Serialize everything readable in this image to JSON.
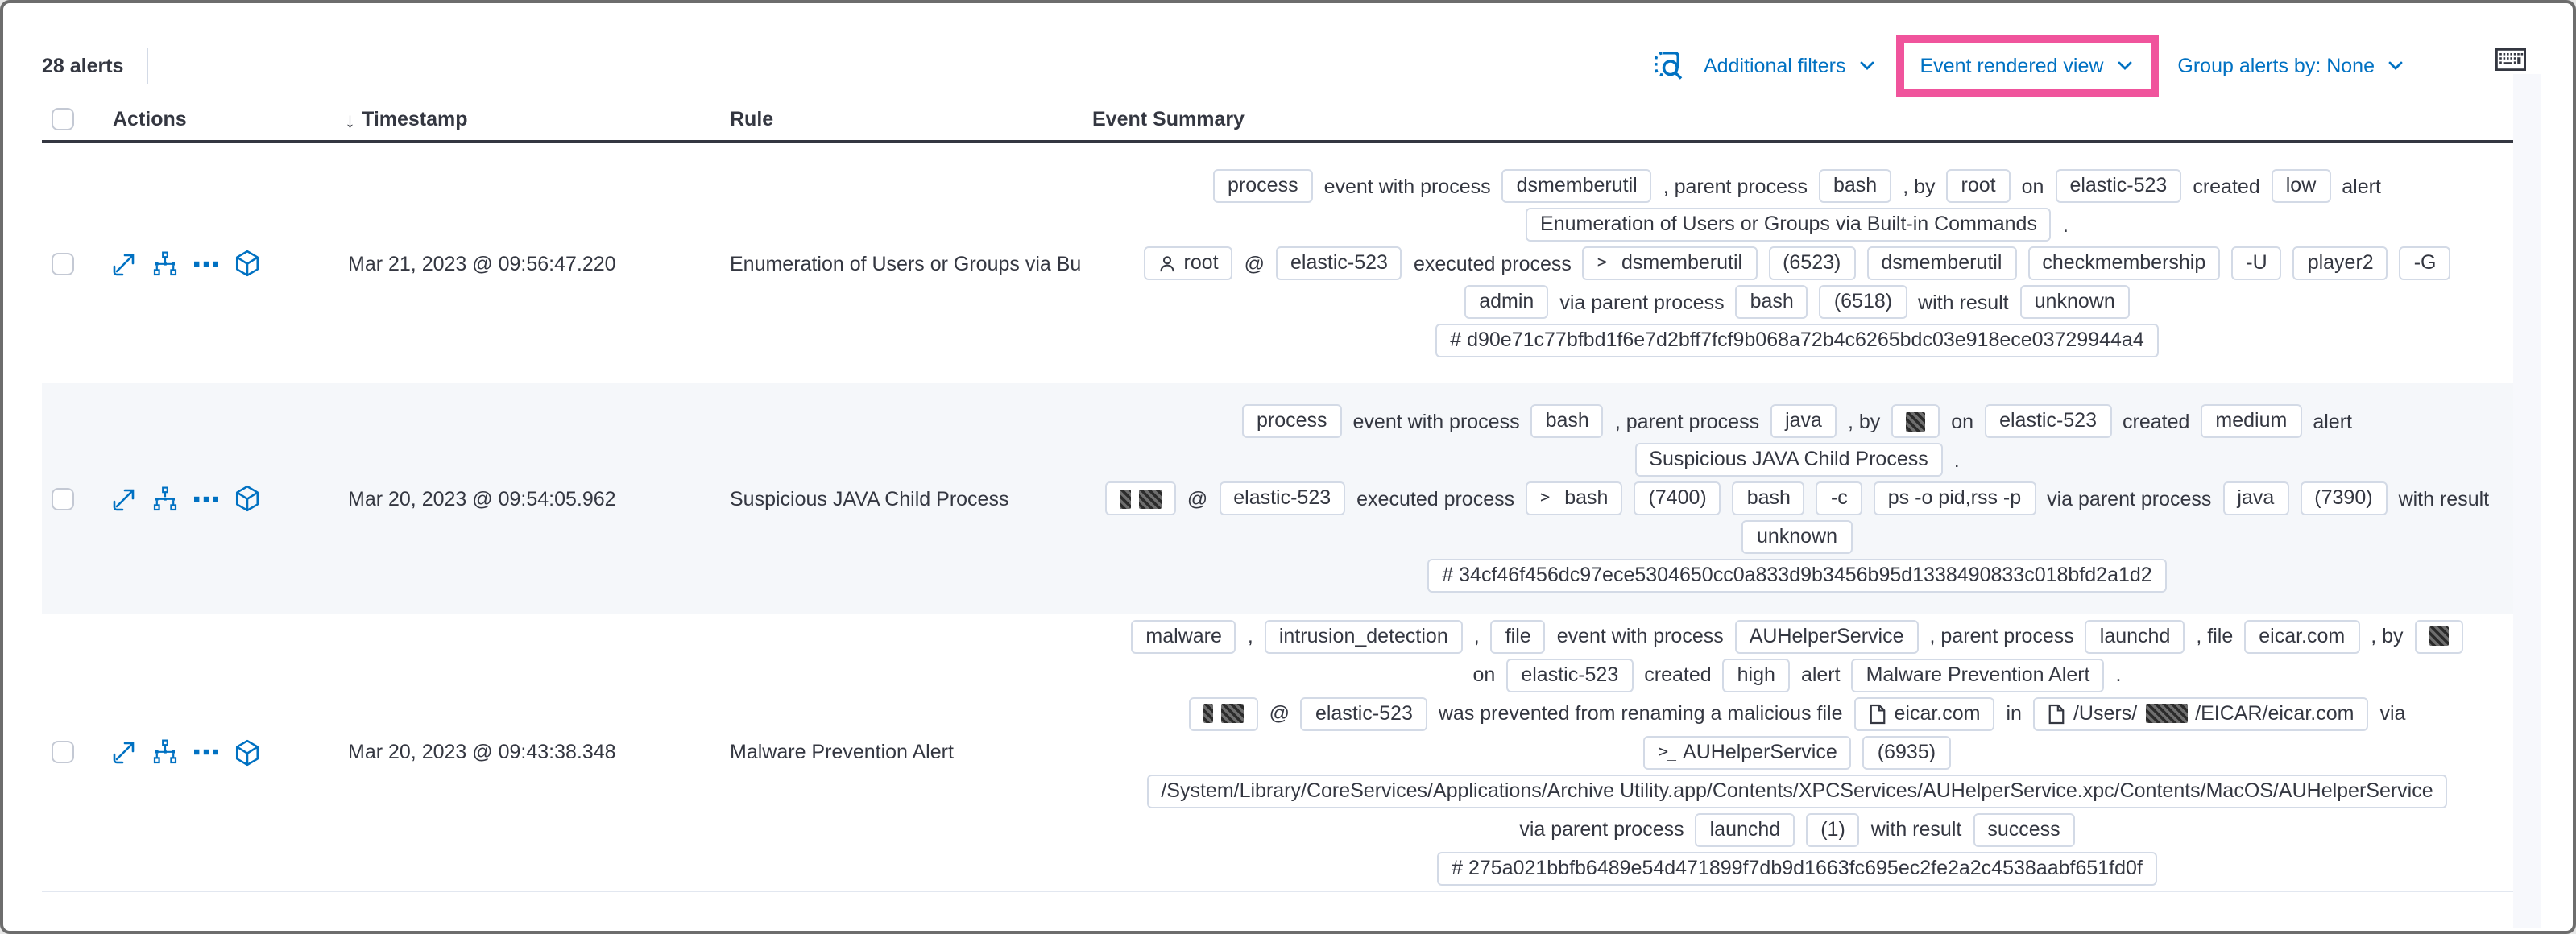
{
  "header": {
    "alerts_count": "28 alerts",
    "toolbar": {
      "additional_filters": "Additional filters",
      "view_selector": "Event rendered view",
      "group_by": "Group alerts by: None"
    }
  },
  "table": {
    "columns": {
      "actions": "Actions",
      "timestamp": "Timestamp",
      "rule": "Rule",
      "summary": "Event Summary"
    }
  },
  "colors": {
    "accent_blue": "#0071C2",
    "highlight_pink": "#F0549C",
    "row_alt_bg": "#F5F7FA",
    "badge_border": "#D3DAE6",
    "text_dark": "#343741"
  },
  "rows": [
    {
      "timestamp": "Mar 21, 2023 @ 09:56:47.220",
      "rule": "Enumeration of Users or Groups via Bui",
      "lines": [
        [
          {
            "b": "process"
          },
          {
            "t": "event with process"
          },
          {
            "b": "dsmemberutil"
          },
          {
            "t": ", parent process"
          },
          {
            "b": "bash"
          },
          {
            "t": ", by"
          },
          {
            "b": "root"
          },
          {
            "t": "on"
          },
          {
            "b": "elastic-523"
          },
          {
            "t": "created"
          },
          {
            "b": "low"
          },
          {
            "t": "alert"
          }
        ],
        [
          {
            "b": "Enumeration of Users or Groups via Built-in Commands"
          },
          {
            "t": "."
          }
        ],
        [
          {
            "b": "root",
            "i": "user"
          },
          {
            "t": "@"
          },
          {
            "b": "elastic-523"
          },
          {
            "t": "executed process"
          },
          {
            "b": "dsmemberutil",
            "i": "term"
          },
          {
            "b": "(6523)"
          },
          {
            "b": "dsmemberutil"
          },
          {
            "b": "checkmembership"
          },
          {
            "b": "-U"
          },
          {
            "b": "player2"
          },
          {
            "b": "-G"
          }
        ],
        [
          {
            "b": "admin"
          },
          {
            "t": "via parent process"
          },
          {
            "b": "bash"
          },
          {
            "b": "(6518)"
          },
          {
            "t": "with result"
          },
          {
            "b": "unknown"
          }
        ],
        [
          {
            "b": "# d90e71c77bfbd1f6e7d2bff7fcf9b068a72b4c6265bdc03e918ece03729944a4"
          }
        ]
      ]
    },
    {
      "timestamp": "Mar 20, 2023 @ 09:54:05.962",
      "rule": "Suspicious JAVA Child Process",
      "lines": [
        [
          {
            "b": "process"
          },
          {
            "t": "event with process"
          },
          {
            "b": "bash"
          },
          {
            "t": ", parent process"
          },
          {
            "b": "java"
          },
          {
            "t": ", by"
          },
          {
            "chip": [
              12
            ]
          },
          {
            "t": "on"
          },
          {
            "b": "elastic-523"
          },
          {
            "t": "created"
          },
          {
            "b": "medium"
          },
          {
            "t": "alert"
          }
        ],
        [
          {
            "b": "Suspicious JAVA Child Process"
          },
          {
            "t": "."
          }
        ],
        [
          {
            "chip": [
              7,
              14
            ]
          },
          {
            "t": "@"
          },
          {
            "b": "elastic-523"
          },
          {
            "t": "executed process"
          },
          {
            "b": "bash",
            "i": "term"
          },
          {
            "b": "(7400)"
          },
          {
            "b": "bash"
          },
          {
            "b": "-c"
          },
          {
            "b": "ps -o pid,rss -p"
          },
          {
            "t": "via parent process"
          },
          {
            "b": "java"
          },
          {
            "b": "(7390)"
          },
          {
            "t": "with result"
          }
        ],
        [
          {
            "b": "unknown"
          }
        ],
        [
          {
            "b": "# 34cf46f456dc97ece5304650cc0a833d9b3456b95d1338490833c018bfd2a1d2"
          }
        ]
      ]
    },
    {
      "timestamp": "Mar 20, 2023 @ 09:43:38.348",
      "rule": "Malware Prevention Alert",
      "lines": [
        [
          {
            "b": "malware"
          },
          {
            "t": ","
          },
          {
            "b": "intrusion_detection"
          },
          {
            "t": ","
          },
          {
            "b": "file"
          },
          {
            "t": "event with process"
          },
          {
            "b": "AUHelperService"
          },
          {
            "t": ", parent process"
          },
          {
            "b": "launchd"
          },
          {
            "t": ", file"
          },
          {
            "b": "eicar.com"
          },
          {
            "t": ", by"
          },
          {
            "chip": [
              12
            ]
          }
        ],
        [
          {
            "t": "on"
          },
          {
            "b": "elastic-523"
          },
          {
            "t": "created"
          },
          {
            "b": "high"
          },
          {
            "t": "alert"
          },
          {
            "b": "Malware Prevention Alert"
          },
          {
            "t": "."
          }
        ],
        [
          {
            "chip": [
              6,
              14
            ]
          },
          {
            "t": "@"
          },
          {
            "b": "elastic-523"
          },
          {
            "t": "was prevented from renaming a malicious file"
          },
          {
            "b": "eicar.com",
            "i": "file"
          },
          {
            "t": "in"
          },
          {
            "i": "file",
            "parts": [
              {
                "t": "/Users/"
              },
              {
                "r": 26
              },
              {
                "t": "/EICAR/eicar.com"
              }
            ]
          },
          {
            "t": "via"
          }
        ],
        [
          {
            "b": "AUHelperService",
            "i": "term"
          },
          {
            "b": "(6935)"
          }
        ],
        [
          {
            "b": "/System/Library/CoreServices/Applications/Archive Utility.app/Contents/XPCServices/AUHelperService.xpc/Contents/MacOS/AUHelperService"
          }
        ],
        [
          {
            "t": "via parent process"
          },
          {
            "b": "launchd"
          },
          {
            "b": "(1)"
          },
          {
            "t": "with result"
          },
          {
            "b": "success"
          }
        ],
        [
          {
            "b": "# 275a021bbfb6489e54d471899f7db9d1663fc695ec2fe2a2c4538aabf651fd0f"
          }
        ]
      ]
    }
  ]
}
